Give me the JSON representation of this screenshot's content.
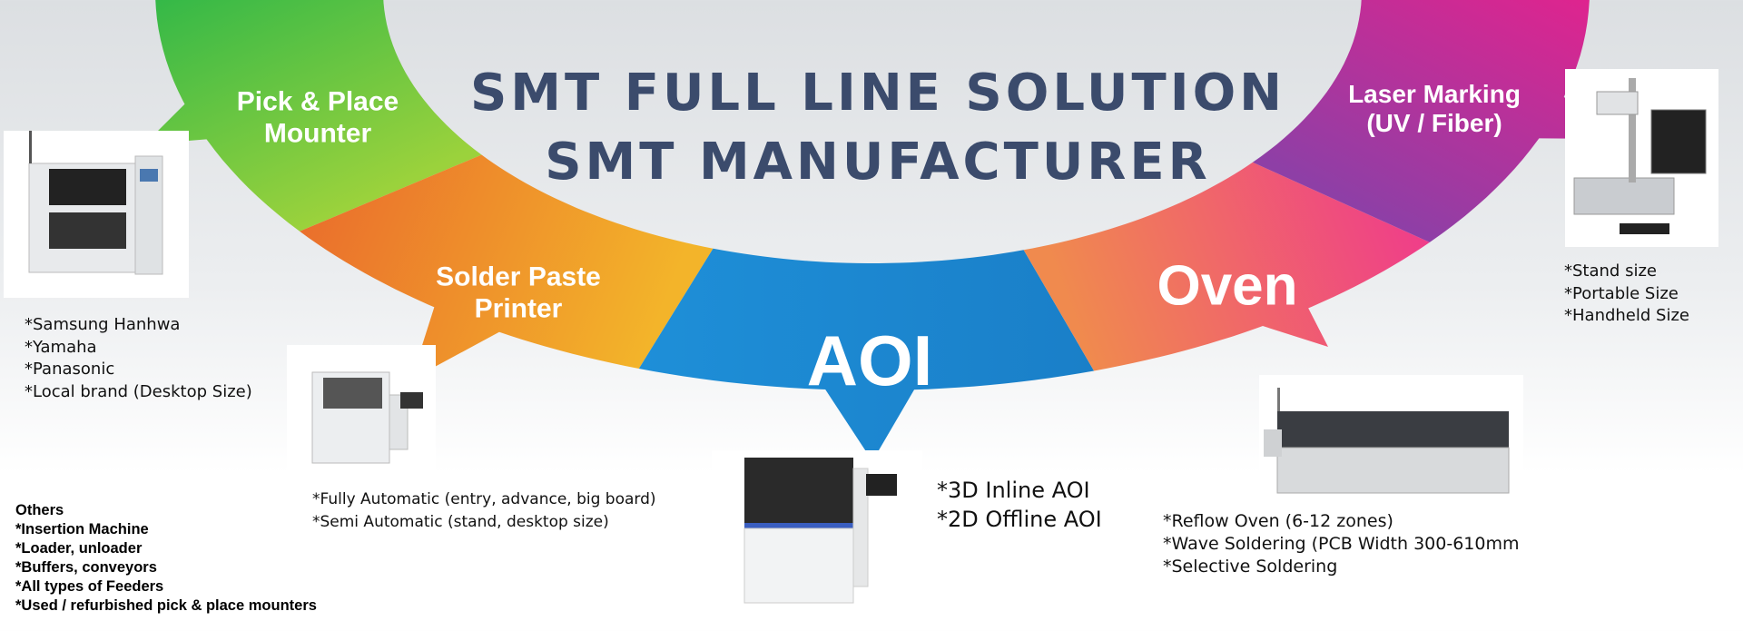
{
  "title": {
    "line1": "SMT FULL LINE SOLUTION",
    "line2": "SMT MANUFACTURER"
  },
  "segments": [
    {
      "id": "pick-place",
      "label_lines": [
        "Pick & Place",
        "Mounter"
      ],
      "color_a": "#1fb34a",
      "color_b": "#9bd23c"
    },
    {
      "id": "solder-paste",
      "label_lines": [
        "Solder Paste",
        "Printer"
      ],
      "color_a": "#ea6f2c",
      "color_b": "#f3b42a"
    },
    {
      "id": "aoi",
      "label_lines": [
        "AOI"
      ],
      "color_a": "#1e8fd8",
      "color_b": "#1a7fc8"
    },
    {
      "id": "oven",
      "label_lines": [
        "Oven"
      ],
      "color_a": "#f08a4e",
      "color_b": "#ef3d8a"
    },
    {
      "id": "laser",
      "label_lines": [
        "Laser Marking",
        "(UV / Fiber)"
      ],
      "color_a": "#8e3fa6",
      "color_b": "#ee1f8a"
    }
  ],
  "lists": {
    "pick_place": [
      "*Samsung Hanhwa",
      "*Yamaha",
      "*Panasonic",
      "*Local brand (Desktop Size)"
    ],
    "printer": [
      "*Fully Automatic (entry, advance, big board)",
      "*Semi Automatic (stand, desktop size)"
    ],
    "aoi": [
      "*3D Inline AOI",
      "*2D Offline AOI"
    ],
    "oven": [
      "*Reflow Oven (6-12 zones)",
      "*Wave Soldering (PCB Width 300-610mm",
      "*Selective Soldering"
    ],
    "laser": [
      "*Stand size",
      "*Portable Size",
      "*Handheld Size"
    ],
    "others": [
      "Others",
      "*Insertion Machine",
      "*Loader, unloader",
      "*Buffers, conveyors",
      "*All types of Feeders",
      "*Used / refurbished pick & place mounters"
    ]
  },
  "title_color": "#3b4b6c"
}
